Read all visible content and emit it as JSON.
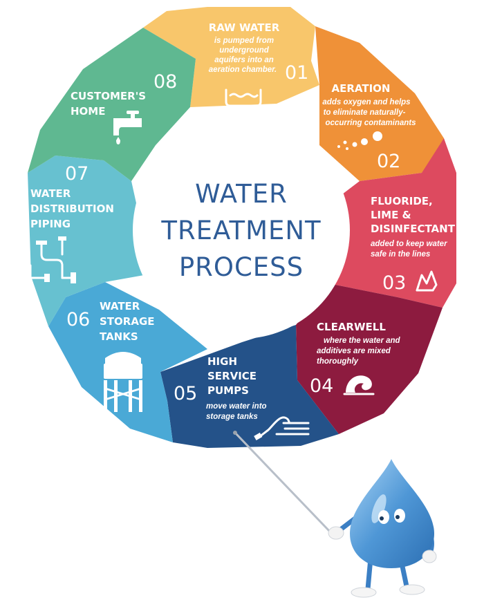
{
  "title_lines": [
    "WATER",
    "TREATMENT",
    "PROCESS"
  ],
  "colors": {
    "center_text": "#2f5c97",
    "raw_water": "#f8c66b",
    "aeration": "#ef9138",
    "fluoride": "#dd4a5f",
    "clearwell": "#8d1b3f",
    "pumps": "#245289",
    "storage": "#4aa9d6",
    "distribution": "#67c1d0",
    "customer": "#5fb891"
  },
  "steps": [
    {
      "number": "01",
      "title": [
        "RAW WATER"
      ],
      "description": [
        "is pumped from",
        "underground",
        "aquifers into an",
        "aeration chamber."
      ],
      "icon": "basin-icon"
    },
    {
      "number": "02",
      "title": [
        "AERATION"
      ],
      "description": [
        "adds oxygen and helps",
        "to eliminate naturally-",
        "occurring contaminants"
      ],
      "icon": "bubbles-icon"
    },
    {
      "number": "03",
      "title": [
        "FLUORIDE,",
        "LIME &",
        "DISINFECTANT"
      ],
      "description": [
        "added to keep water",
        "safe in the lines"
      ],
      "icon": "crystal-icon"
    },
    {
      "number": "04",
      "title": [
        "CLEARWELL"
      ],
      "description": [
        "where the water and",
        "additives are mixed",
        "thoroughly"
      ],
      "icon": "wave-icon"
    },
    {
      "number": "05",
      "title": [
        "HIGH",
        "SERVICE",
        "PUMPS"
      ],
      "description": [
        "move water into",
        "storage tanks"
      ],
      "icon": "pump-hose-icon"
    },
    {
      "number": "06",
      "title": [
        "WATER",
        "STORAGE",
        "TANKS"
      ],
      "description": [],
      "icon": "water-tower-icon"
    },
    {
      "number": "07",
      "title": [
        "WATER",
        "DISTRIBUTION",
        "PIPING"
      ],
      "description": [],
      "icon": "pipes-icon"
    },
    {
      "number": "08",
      "title": [
        "CUSTOMER'S",
        "HOME"
      ],
      "description": [],
      "icon": "faucet-icon"
    }
  ]
}
